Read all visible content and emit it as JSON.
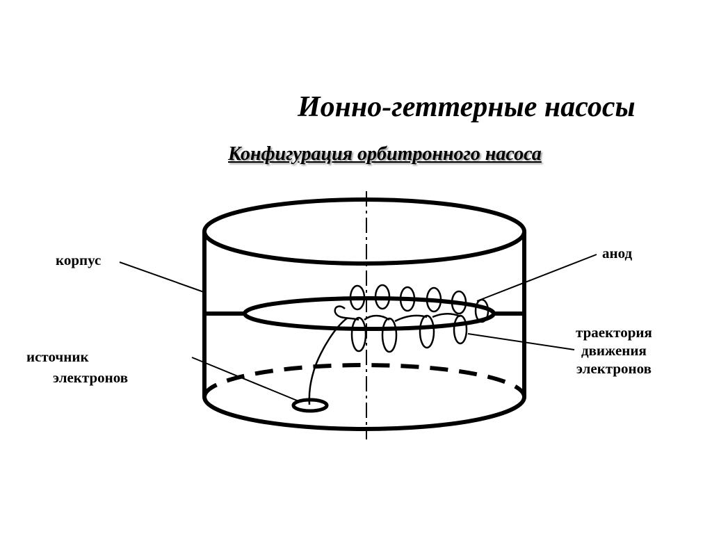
{
  "title": "Ионно-геттерные насосы",
  "subtitle": "Конфигурация орбитронного насоса",
  "labels": {
    "housing": "корпус",
    "anode": "анод",
    "trajectory": [
      "траектория",
      "движения",
      "электронов"
    ],
    "source": [
      "источник",
      "электронов"
    ]
  }
}
